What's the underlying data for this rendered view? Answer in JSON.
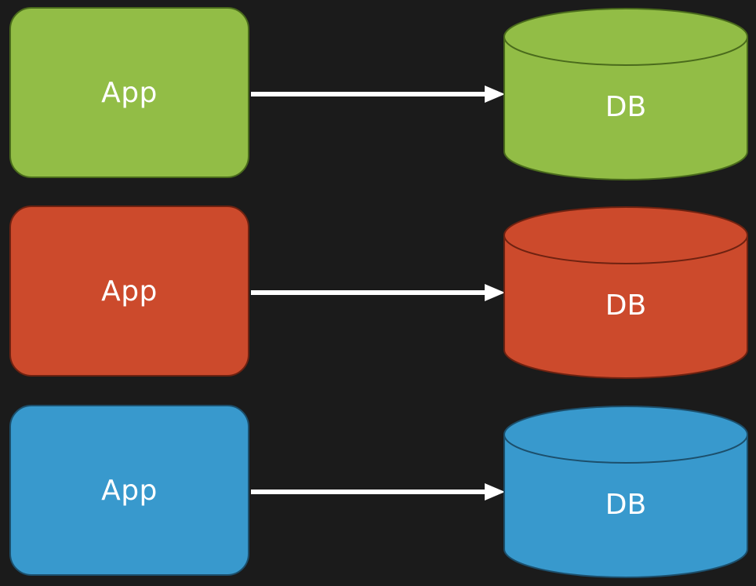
{
  "rows": [
    {
      "app_label": "App",
      "db_label": "DB",
      "fill": "#92bd46",
      "stroke": "#4a6b1c"
    },
    {
      "app_label": "App",
      "db_label": "DB",
      "fill": "#cc4a2c",
      "stroke": "#6e2211"
    },
    {
      "app_label": "App",
      "db_label": "DB",
      "fill": "#3899cd",
      "stroke": "#1c4f6c"
    }
  ],
  "colors": {
    "background": "#1b1b1b",
    "arrow": "#ffffff",
    "text": "#ffffff"
  }
}
